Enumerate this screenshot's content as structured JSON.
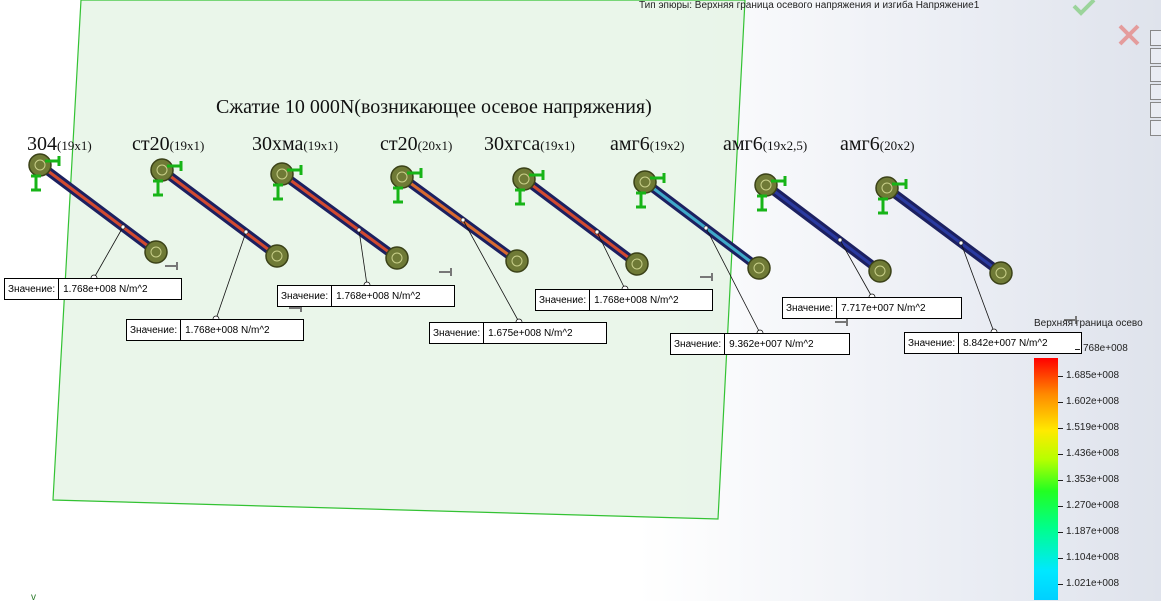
{
  "window": {
    "plot_type": "Тип эпюры: Верхняя граница осевого напряжения и изгиба Напряжение1"
  },
  "scene": {
    "title": "Сжатие 10 000N(возникающее осевое напряжения)",
    "beams": [
      {
        "material": "304",
        "section": "(19x1)",
        "value_label": "Значение:",
        "value": "1.768e+008 N/m^2",
        "color": "#d24a30"
      },
      {
        "material": "ст20",
        "section": "(19x1)",
        "value_label": "Значение:",
        "value": "1.768e+008 N/m^2",
        "color": "#d24a30"
      },
      {
        "material": "30хма",
        "section": "(19x1)",
        "value_label": "Значение:",
        "value": "1.768e+008 N/m^2",
        "color": "#d24a30"
      },
      {
        "material": "ст20",
        "section": "(20x1)",
        "value_label": "Значение:",
        "value": "1.675e+008 N/m^2",
        "color": "#d86a30"
      },
      {
        "material": "30хгса",
        "section": "(19x1)",
        "value_label": "Значение:",
        "value": "1.768e+008 N/m^2",
        "color": "#d24a30"
      },
      {
        "material": "амг6",
        "section": "(19x2)",
        "value_label": "Значение:",
        "value": "9.362e+007 N/m^2",
        "color": "#3fa9c9"
      },
      {
        "material": "амг6",
        "section": "(19x2,5)",
        "value_label": "Значение:",
        "value": "7.717e+007 N/m^2",
        "color": "#2a3aa0"
      },
      {
        "material": "амг6",
        "section": "(20x2)",
        "value_label": "Значение:",
        "value": "8.842e+007 N/m^2",
        "color": "#2a3aa0"
      }
    ]
  },
  "legend": {
    "title": "Верхняя граница осево",
    "top_value": "768e+008",
    "ticks": [
      "1.685e+008",
      "1.602e+008",
      "1.519e+008",
      "1.436e+008",
      "1.353e+008",
      "1.270e+008",
      "1.187e+008",
      "1.104e+008",
      "1.021e+008"
    ]
  },
  "colors": {
    "plane_edge": "#33c233",
    "plane_fill": "#e3f3e3",
    "fixture": "#17b417",
    "node": "#6f7a36"
  },
  "icons": [
    "checkmark-icon",
    "close-x-icon",
    "axis-triad-icon"
  ],
  "triad_label": "v"
}
